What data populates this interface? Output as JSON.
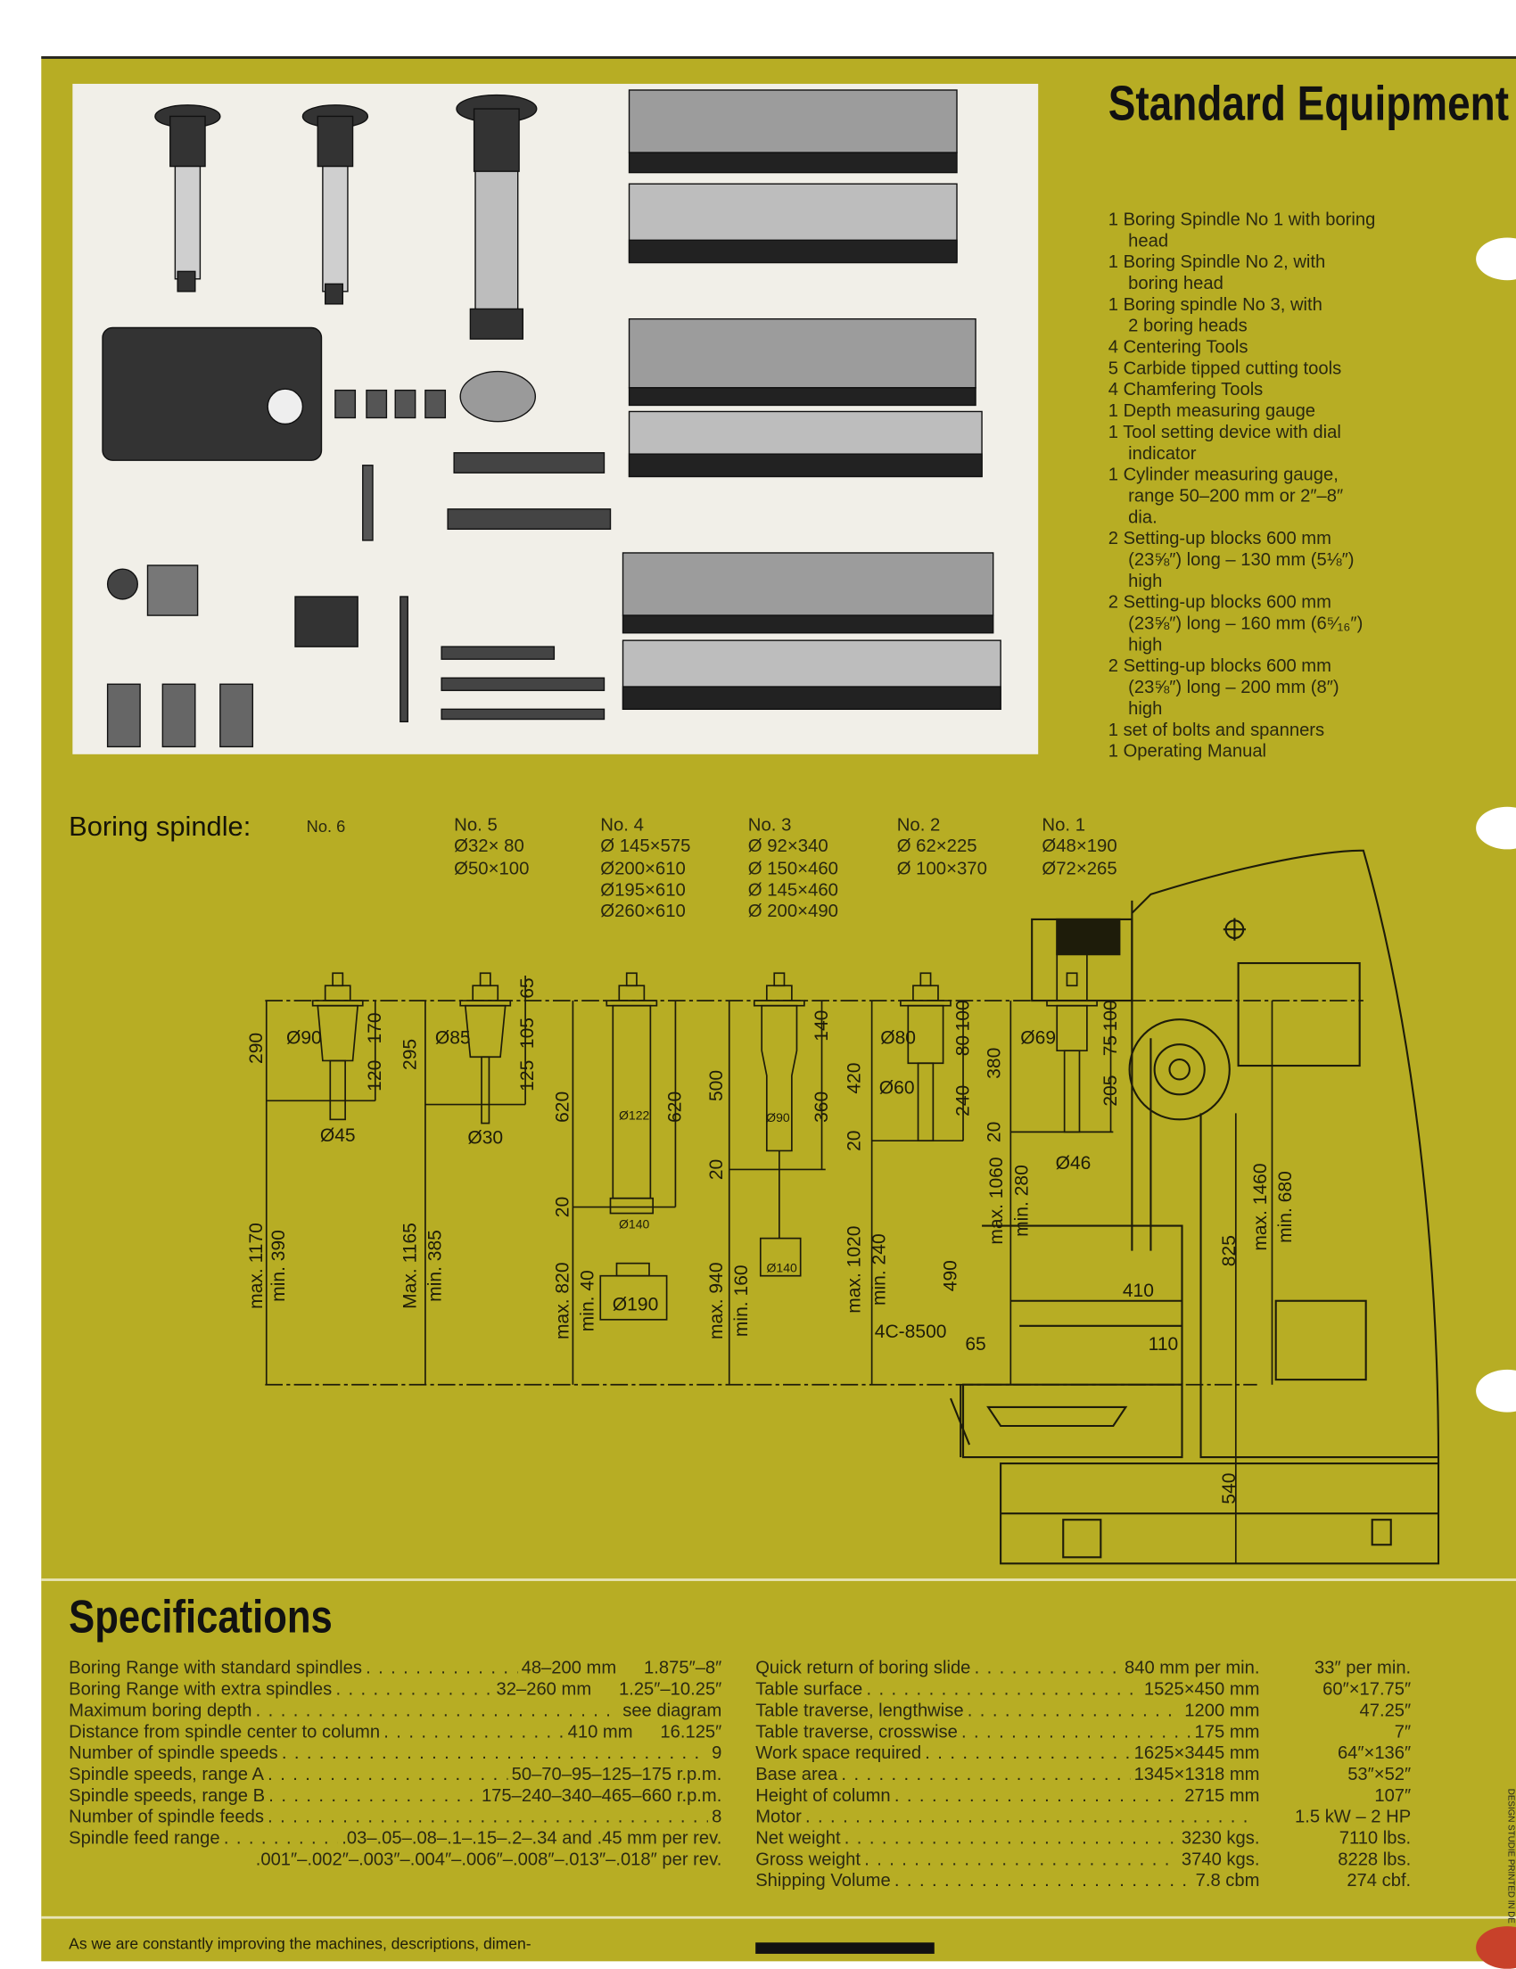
{
  "standard_equipment": {
    "title": "Standard Equipment",
    "items": [
      [
        "1 Boring Spindle No 1 with boring",
        "head"
      ],
      [
        "1 Boring Spindle No 2, with",
        "boring head"
      ],
      [
        "1 Boring spindle No 3, with",
        "2 boring heads"
      ],
      [
        "4 Centering Tools"
      ],
      [
        "5 Carbide tipped cutting tools"
      ],
      [
        "4 Chamfering Tools"
      ],
      [
        "1 Depth measuring gauge"
      ],
      [
        "1 Tool setting device with dial",
        "indicator"
      ],
      [
        "1 Cylinder measuring gauge,",
        "range 50–200 mm or 2″–8″",
        "dia."
      ],
      [
        "2 Setting-up blocks 600 mm",
        "(23⅝″) long – 130 mm (5⅛″)",
        "high"
      ],
      [
        "2 Setting-up blocks 600 mm",
        "(23⅝″) long – 160 mm (6⁵⁄₁₆″)",
        "high"
      ],
      [
        "2 Setting-up blocks 600 mm",
        "(23⅝″) long – 200 mm (8″)",
        "high"
      ],
      [
        "1 set of bolts and spanners"
      ],
      [
        "1 Operating Manual"
      ]
    ]
  },
  "boring_spindle": {
    "label": "Boring spindle:",
    "columns": [
      [
        "No. 6"
      ],
      [
        "No. 5",
        "Ø32× 80",
        "Ø50×100"
      ],
      [
        "No. 4",
        "Ø 145×575",
        "Ø200×610",
        "Ø195×610",
        "Ø260×610"
      ],
      [
        "No. 3",
        "Ø  92×340",
        "Ø 150×460",
        "Ø 145×460",
        "Ø 200×490"
      ],
      [
        "No. 2",
        "Ø 62×225",
        "Ø 100×370"
      ],
      [
        "No. 1",
        "Ø48×190",
        "Ø72×265"
      ]
    ]
  },
  "diagram": {
    "labels": [
      "290",
      "Ø90",
      "170",
      "120",
      "Ø45",
      "295",
      "Ø85",
      "65",
      "105",
      "125",
      "Ø30",
      "620",
      "Ø122",
      "620",
      "20",
      "Ø140",
      "max. 820",
      "min.  40",
      "Ø190",
      "500",
      "140",
      "360",
      "20",
      "Ø90",
      "Ø140",
      "max. 940",
      "min. 160",
      "420",
      "20",
      "Ø80",
      "80",
      "100",
      "Ø60",
      "240",
      "max. 1020",
      "min.  240",
      "490",
      "4C-8500",
      "65",
      "380",
      "20",
      "Ø69",
      "75",
      "100",
      "205",
      "Ø46",
      "max. 1060",
      "min.  280",
      "410",
      "110",
      "825",
      "max. 1460",
      "min.  680",
      "540",
      "max. 1170",
      "min.  390",
      "Max. 1165",
      "min.  385"
    ]
  },
  "specifications": {
    "title": "Specifications",
    "left": [
      {
        "label": "Boring Range with standard spindles",
        "metric": "48–200 mm",
        "imperial": "1.875″–8″"
      },
      {
        "label": "Boring Range with extra spindles",
        "metric": "32–260 mm",
        "imperial": "1.25″–10.25″"
      },
      {
        "label": "Maximum boring depth",
        "metric": "see diagram"
      },
      {
        "label": "Distance from spindle center to column",
        "metric": "410 mm",
        "imperial": "16.125″"
      },
      {
        "label": "Number of spindle speeds",
        "metric": "9"
      },
      {
        "label": "Spindle speeds, range A",
        "metric": "50–70–95–125–175 r.p.m."
      },
      {
        "label": "Spindle speeds, range B",
        "metric": "175–240–340–465–660 r.p.m."
      },
      {
        "label": "Number of spindle feeds",
        "metric": "8"
      },
      {
        "label": "Spindle feed range",
        "metric": ".03–.05–.08–.1–.15–.2–.34 and .45 mm per rev."
      }
    ],
    "feed_range_imperial": ".001″–.002″–.003″–.004″–.006″–.008″–.013″–.018″ per rev.",
    "right": [
      {
        "label": "Quick return of boring slide",
        "metric": "840 mm per min.",
        "imperial": "33″ per min."
      },
      {
        "label": "Table surface",
        "metric": "1525×450 mm",
        "imperial": "60″×17.75″"
      },
      {
        "label": "Table traverse, lengthwise",
        "metric": "1200 mm",
        "imperial": "47.25″"
      },
      {
        "label": "Table traverse, crosswise",
        "metric": "175 mm",
        "imperial": "7″"
      },
      {
        "label": "Work space required",
        "metric": "1625×3445 mm",
        "imperial": "64″×136″"
      },
      {
        "label": "Base area",
        "metric": "1345×1318 mm",
        "imperial": "53″×52″"
      },
      {
        "label": "Height of column",
        "metric": "2715 mm",
        "imperial": "107″"
      },
      {
        "label": "Motor",
        "metric": "",
        "imperial": "1.5 kW – 2 HP"
      },
      {
        "label": "Net weight",
        "metric": "3230 kgs.",
        "imperial": "7110 lbs."
      },
      {
        "label": "Gross weight",
        "metric": "3740 kgs.",
        "imperial": "8228 lbs."
      },
      {
        "label": "Shipping Volume",
        "metric": "7.8 cbm",
        "imperial": "274 cbf."
      }
    ]
  },
  "footer": {
    "note": "As we are constantly improving the machines, descriptions, dimen-",
    "imprint": "DESIGN STUDIE    PRINTED IN DE"
  }
}
